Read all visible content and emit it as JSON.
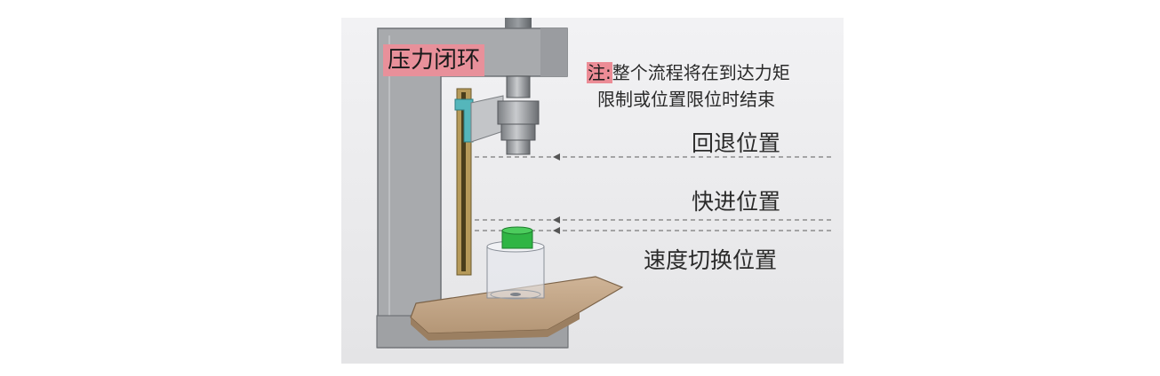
{
  "title": "压力闭环",
  "note": {
    "prefix": "注:",
    "line1": "整个流程将在到达力矩",
    "line2": "限制或位置限位时结束"
  },
  "labels": {
    "retract_position": "回退位置",
    "fast_advance_position": "快进位置",
    "speed_switch_position": "速度切换位置"
  },
  "colors": {
    "background": "#ececee",
    "frame": "#a6a8ab",
    "title_highlight": "#e8909a",
    "platform": "#c7ab8c",
    "cap": "#31b646",
    "rail_accent": "#4fb3b8",
    "dashed_line": "#7a7a7a"
  }
}
